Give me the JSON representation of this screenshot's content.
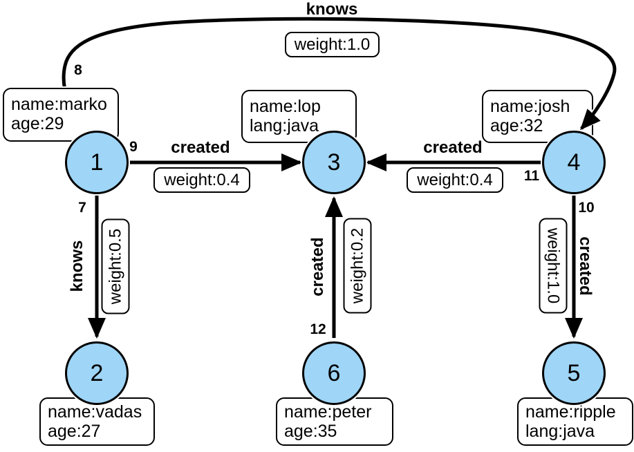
{
  "diagram": {
    "type": "graph",
    "nodes": [
      {
        "id": "1",
        "props": [
          "name:marko",
          "age:29"
        ]
      },
      {
        "id": "2",
        "props": [
          "name:vadas",
          "age:27"
        ]
      },
      {
        "id": "3",
        "props": [
          "name:lop",
          "lang:java"
        ]
      },
      {
        "id": "4",
        "props": [
          "name:josh",
          "age:32"
        ]
      },
      {
        "id": "5",
        "props": [
          "name:ripple",
          "lang:java"
        ]
      },
      {
        "id": "6",
        "props": [
          "name:peter",
          "age:35"
        ]
      }
    ],
    "edges": [
      {
        "id": "8",
        "label": "knows",
        "weight": "weight:1.0",
        "from": "1",
        "to": "4"
      },
      {
        "id": "9",
        "label": "created",
        "weight": "weight:0.4",
        "from": "1",
        "to": "3"
      },
      {
        "id": "11",
        "label": "created",
        "weight": "weight:0.4",
        "from": "4",
        "to": "3"
      },
      {
        "id": "7",
        "label": "knows",
        "weight": "weight:0.5",
        "from": "1",
        "to": "2"
      },
      {
        "id": "12",
        "label": "created",
        "weight": "weight:0.2",
        "from": "6",
        "to": "3"
      },
      {
        "id": "10",
        "label": "created",
        "weight": "weight:1.0",
        "from": "4",
        "to": "5"
      }
    ],
    "colors": {
      "node_fill": "#9FD5F6",
      "node_border": "#000000",
      "edge": "#000000",
      "box_bg": "#FFFFFF",
      "text": "#000000"
    }
  }
}
